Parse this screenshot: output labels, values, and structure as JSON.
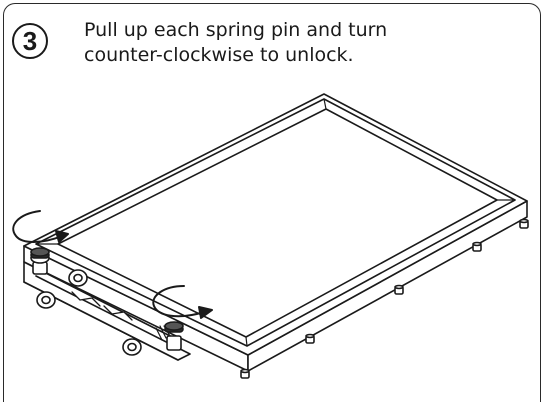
{
  "step": {
    "number": "3",
    "instruction": "Pull up each spring pin and turn counter-clockwise to unlock."
  },
  "illustration": {
    "subject": "tray-frame-with-spring-pins",
    "icons": [
      "counter-clockwise-arrow-icon",
      "counter-clockwise-arrow-icon"
    ]
  }
}
